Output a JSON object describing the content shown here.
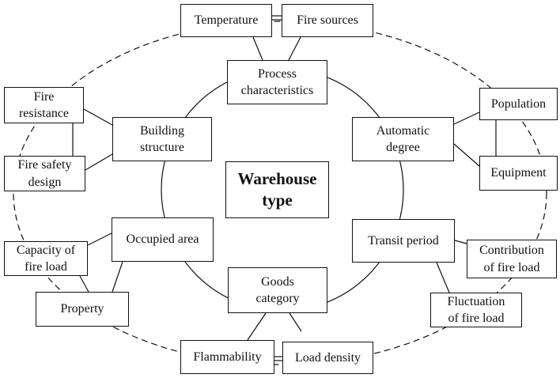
{
  "diagram": {
    "center": "Warehouse\ntype",
    "inner": {
      "process": "Process\ncharacteristics",
      "automatic": "Automatic\ndegree",
      "transit": "Transit period",
      "goods": "Goods\ncategory",
      "occupied": "Occupied area",
      "building": "Building\nstructure"
    },
    "outer": {
      "temperature": "Temperature",
      "fire_sources": "Fire sources",
      "population": "Population",
      "equipment": "Equipment",
      "contribution": "Contribution\nof fire load",
      "fluctuation": "Fluctuation\nof fire load",
      "load_density": "Load density",
      "flammability": "Flammability",
      "property": "Property",
      "capacity": "Capacity of\nfire load",
      "fire_safety_design": "Fire safety\ndesign",
      "fire_resistance": "Fire\nresistance"
    }
  }
}
